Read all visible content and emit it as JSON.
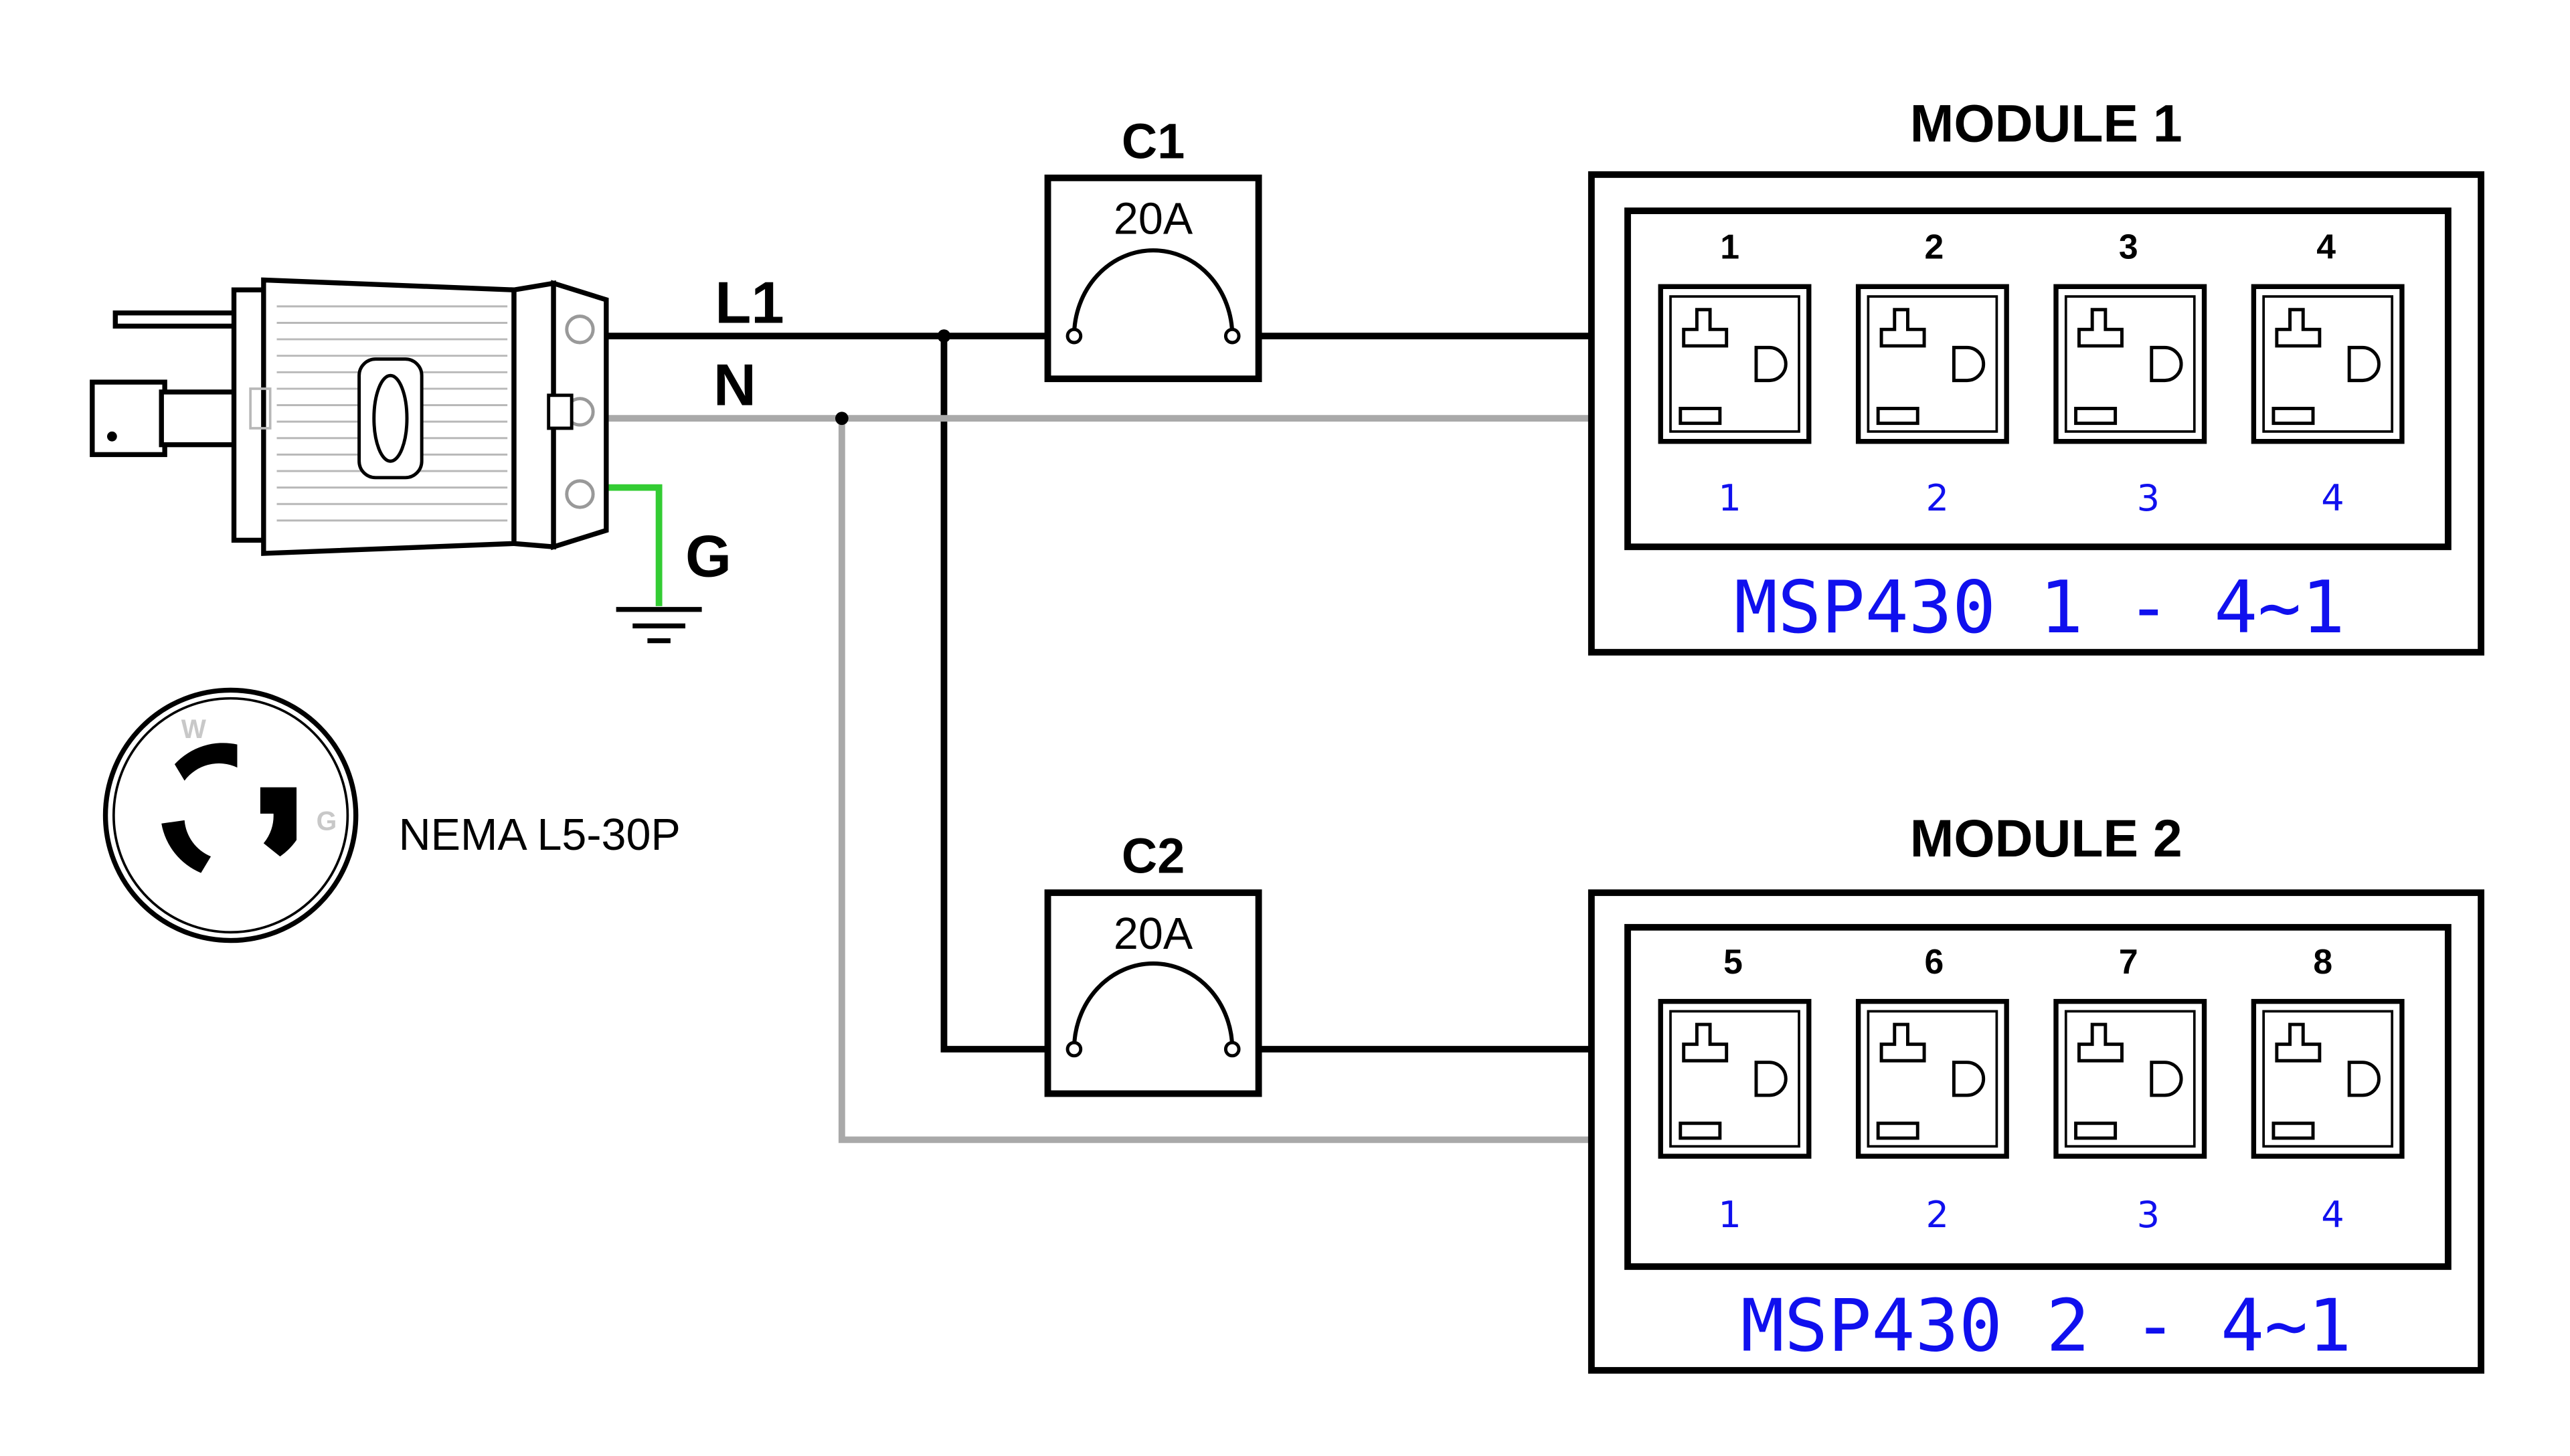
{
  "wires": {
    "line_label": "L1",
    "neutral_label": "N",
    "ground_label": "G"
  },
  "plug": {
    "label": "NEMA L5-30P",
    "face_letters": [
      "W",
      "G"
    ]
  },
  "breakers": [
    {
      "name": "C1",
      "rating": "20A"
    },
    {
      "name": "C2",
      "rating": "20A"
    }
  ],
  "modules": [
    {
      "title": "MODULE 1",
      "outlet_numbers": [
        "1",
        "2",
        "3",
        "4"
      ],
      "inner_numbers": [
        "1",
        "2",
        "3",
        "4"
      ],
      "footer": "MSP430 1 - 4~1"
    },
    {
      "title": "MODULE 2",
      "outlet_numbers": [
        "5",
        "6",
        "7",
        "8"
      ],
      "inner_numbers": [
        "1",
        "2",
        "3",
        "4"
      ],
      "footer": "MSP430 2 - 4~1"
    }
  ],
  "colors": {
    "hot_wire": "#000000",
    "neutral_wire": "#a9a9a9",
    "ground_wire": "#33cc33",
    "module_text": "#1010ee"
  }
}
